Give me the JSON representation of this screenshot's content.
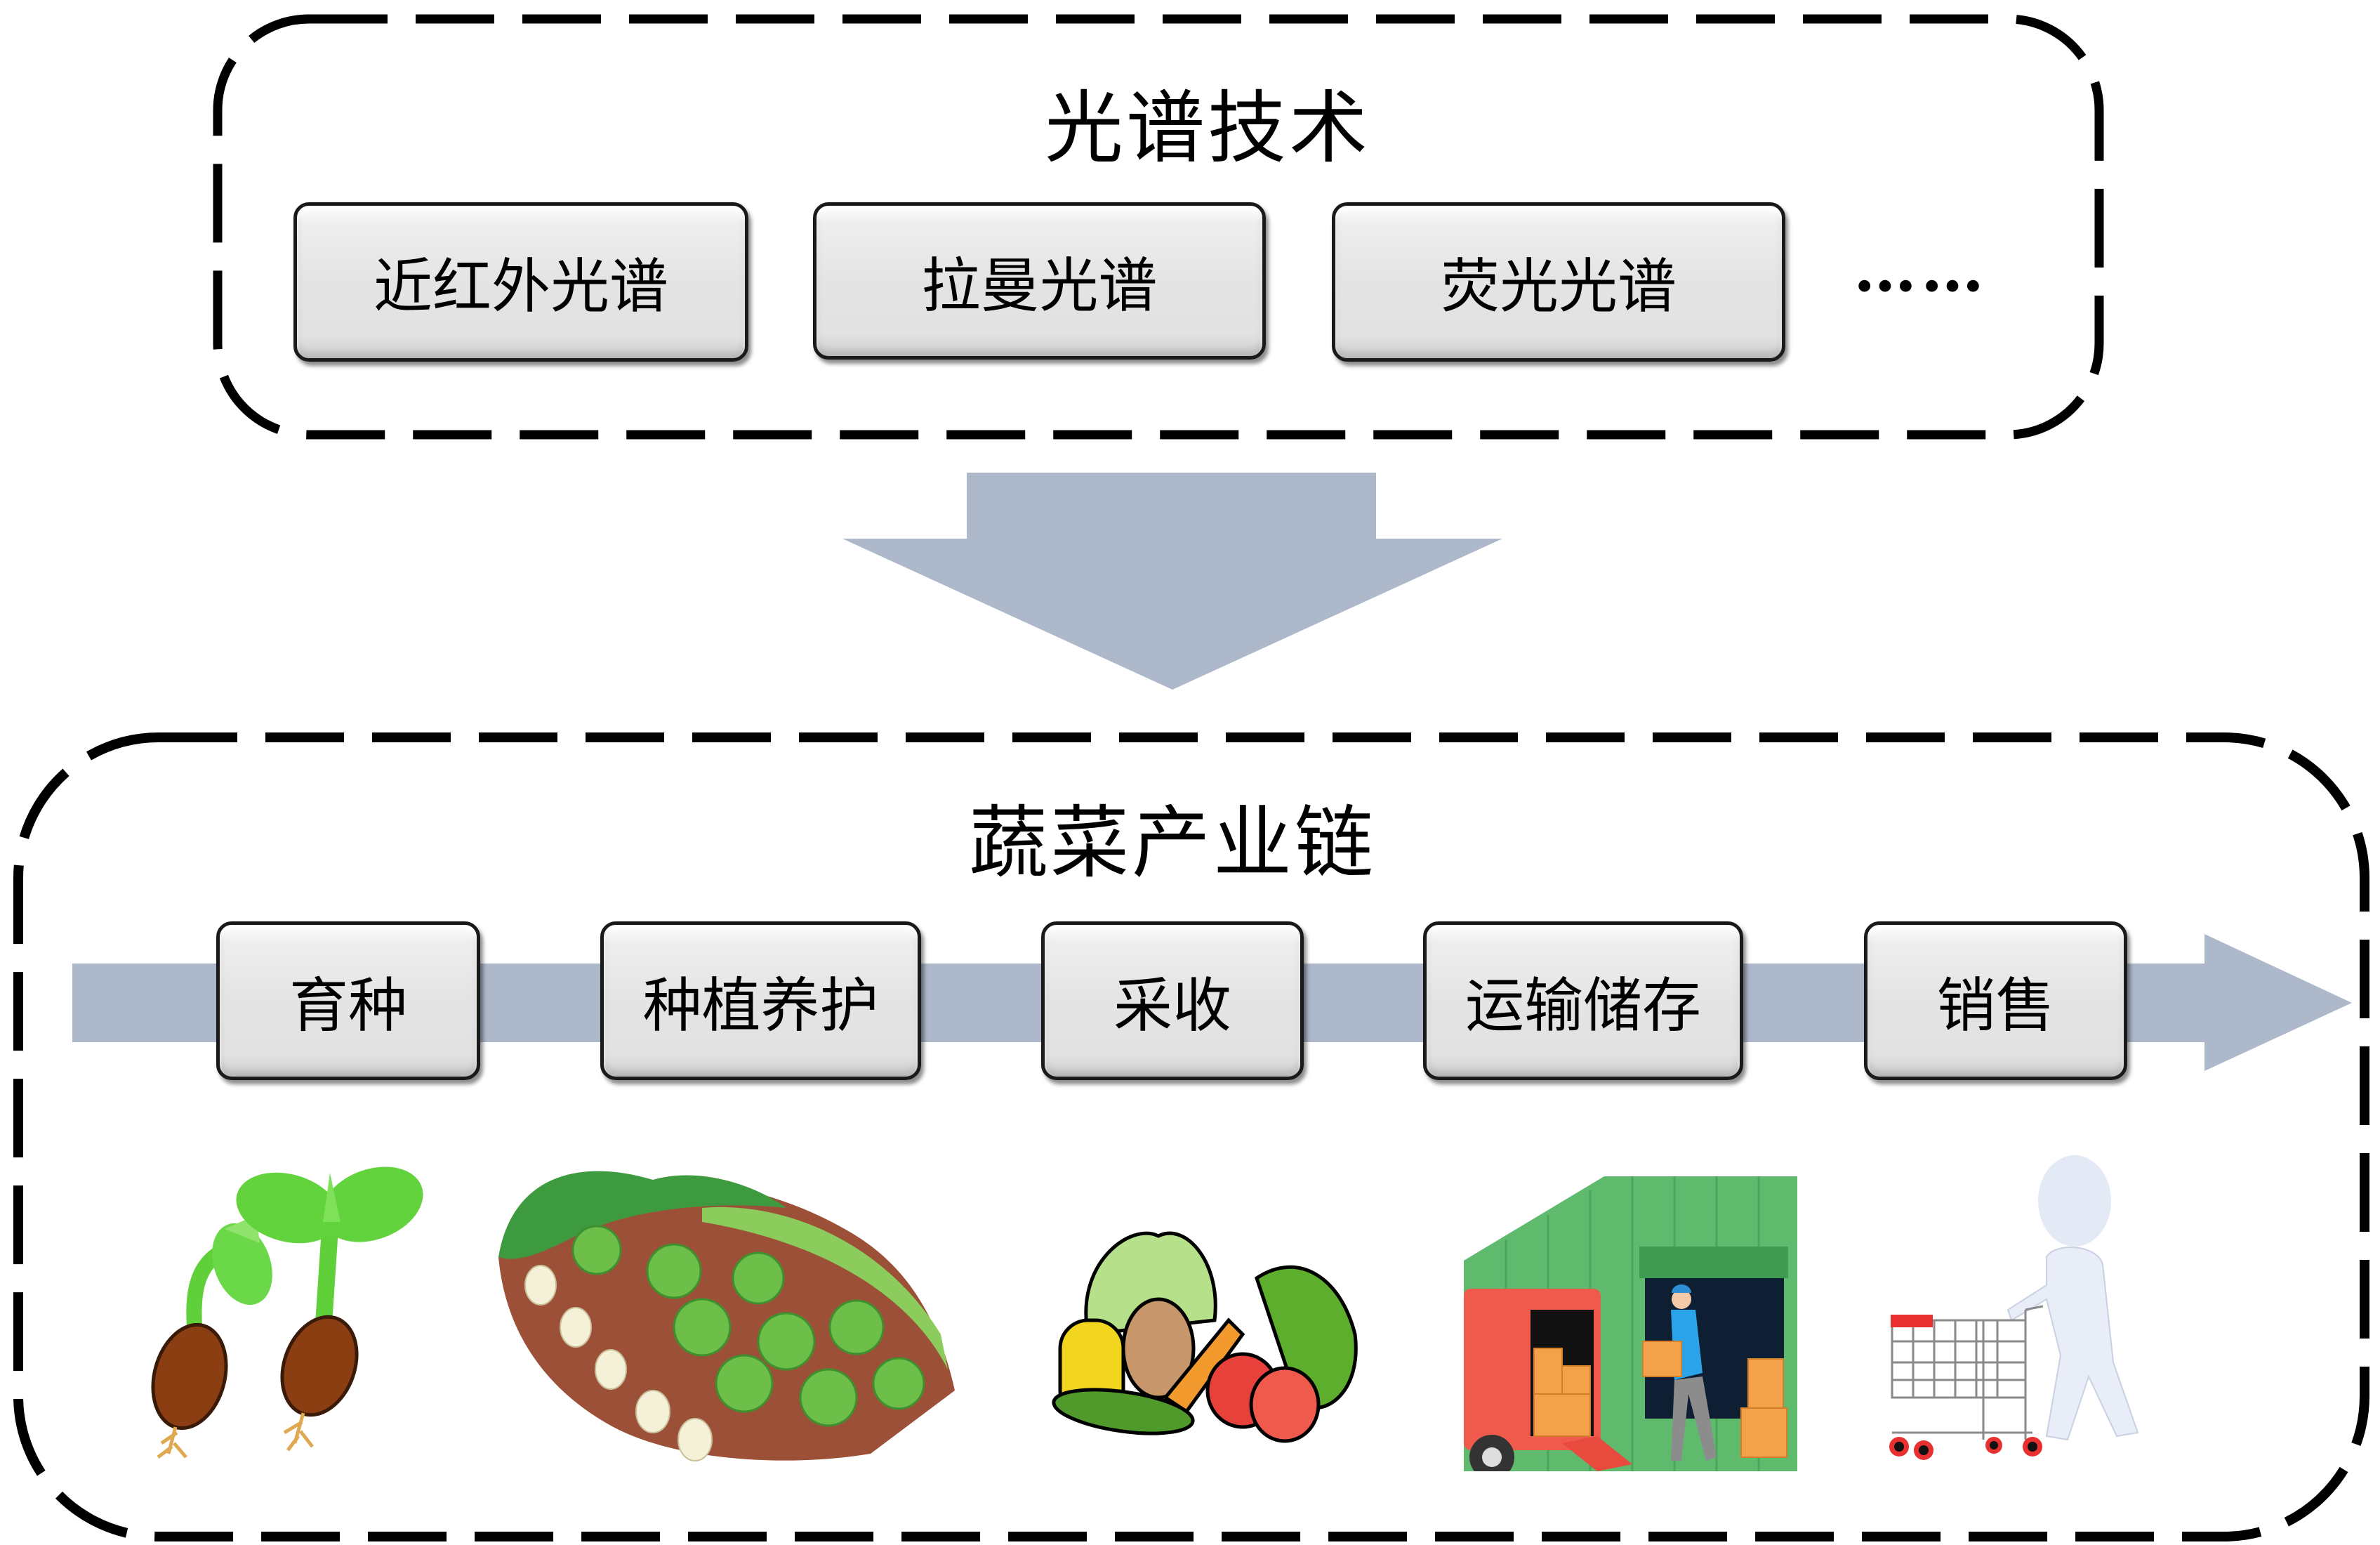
{
  "colors": {
    "arrow": "#ADB8CA",
    "border": "#000000",
    "button_face": "#E4E4E4"
  },
  "spectroscopy": {
    "title": "光谱技术",
    "methods": [
      {
        "label": "近红外光谱"
      },
      {
        "label": "拉曼光谱"
      },
      {
        "label": "荧光光谱"
      }
    ],
    "more": "……"
  },
  "connector": {
    "icon": "down-arrow-icon"
  },
  "supply_chain": {
    "title": "蔬菜产业链",
    "flow_icon": "right-arrow-icon",
    "stages": [
      {
        "label": "育种",
        "icon": "seedling-icon"
      },
      {
        "label": "种植养护",
        "icon": "vegetable-field-icon"
      },
      {
        "label": "采收",
        "icon": "harvested-vegetables-icon"
      },
      {
        "label": "运输储存",
        "icon": "delivery-truck-warehouse-icon"
      },
      {
        "label": "销售",
        "icon": "shopping-cart-person-icon"
      }
    ]
  }
}
